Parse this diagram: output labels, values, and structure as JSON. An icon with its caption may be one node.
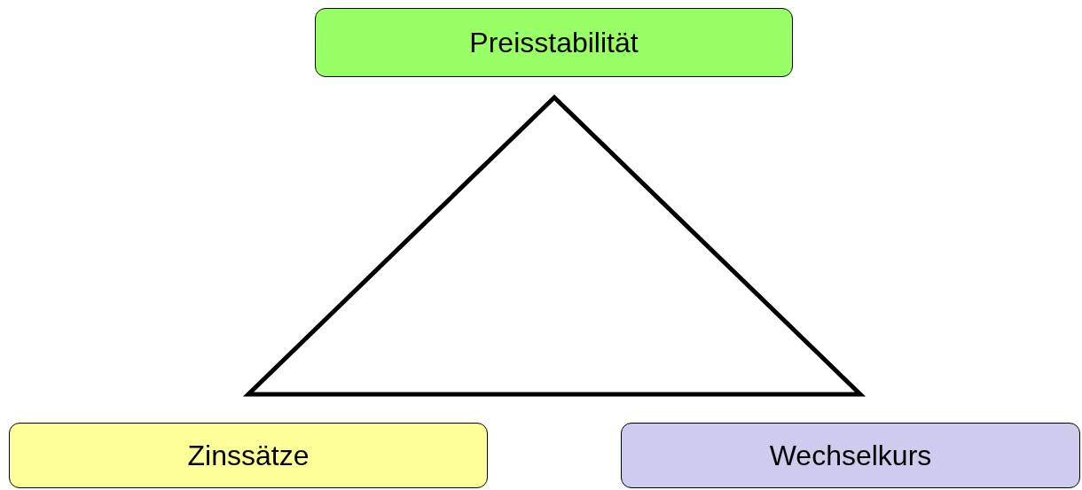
{
  "diagram": {
    "nodes": [
      {
        "text": [
          "Preisstabilität"
        ]
      },
      {
        "text": [
          "Zinssätze"
        ]
      },
      {
        "text": [
          "Wechselkurs"
        ]
      }
    ]
  }
}
